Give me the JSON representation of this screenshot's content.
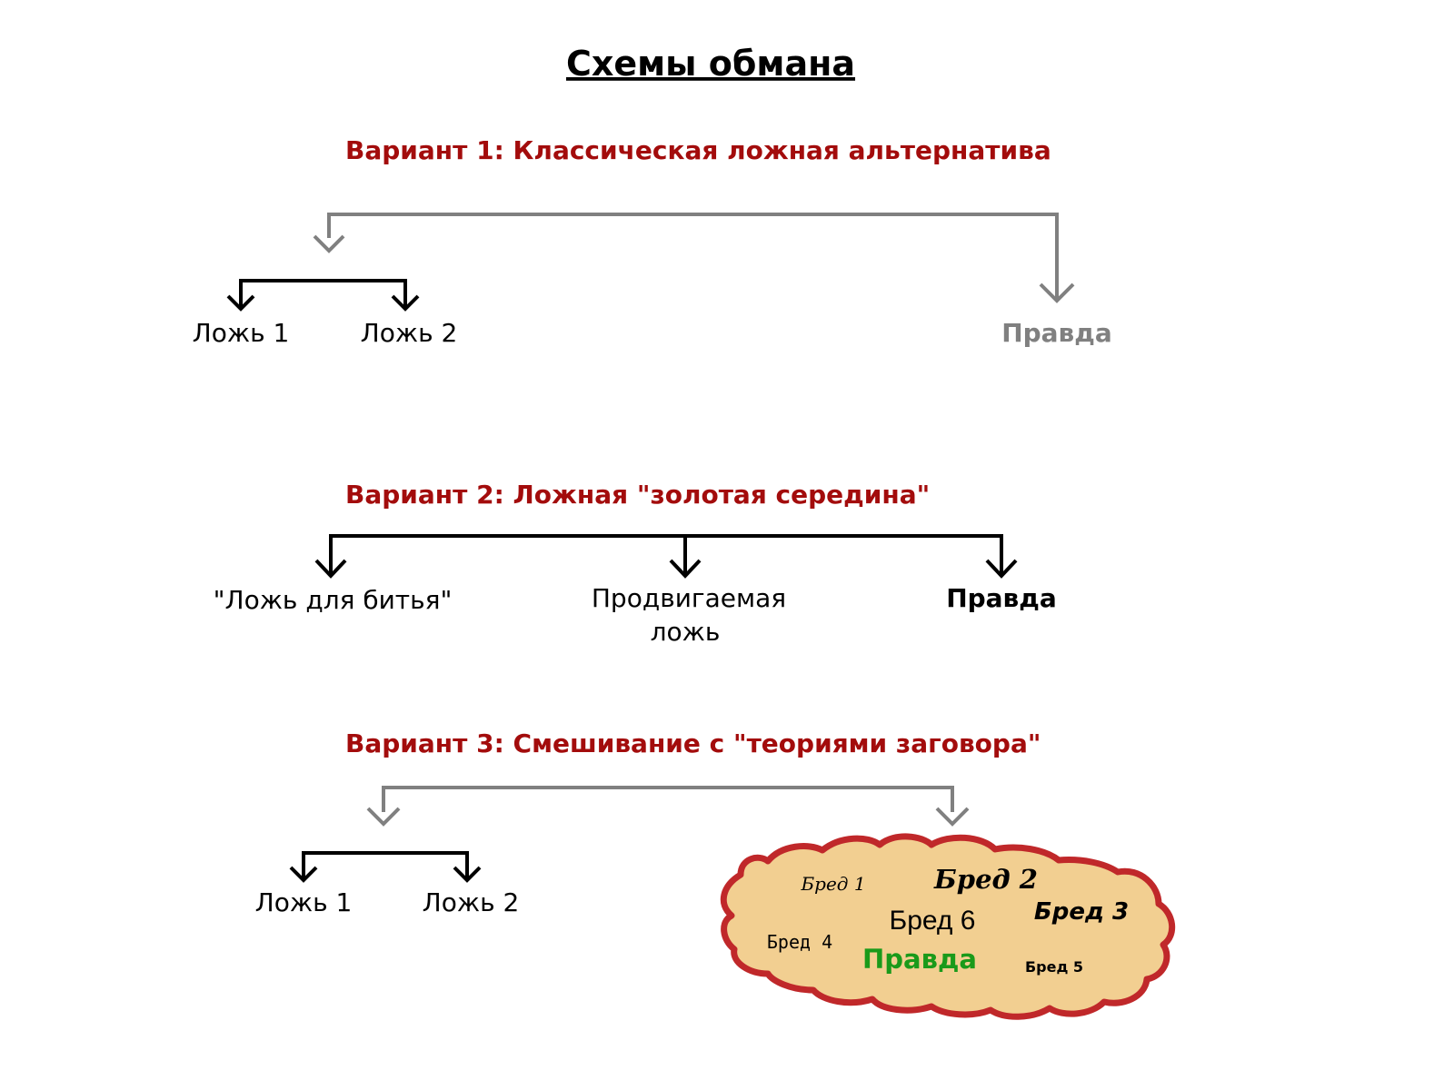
{
  "title": "Схемы обмана",
  "colors": {
    "heading": "#a30c0c",
    "text": "#000000",
    "gray": "#808080",
    "truth_green": "#1a9a1a",
    "cloud_fill": "#f2cf91",
    "cloud_border": "#c0282a"
  },
  "variant1": {
    "heading": "Вариант 1: Классическая ложная альтернатива",
    "lie1": "Ложь 1",
    "lie2": "Ложь 2",
    "truth": "Правда"
  },
  "variant2": {
    "heading": "Вариант 2: Ложная \"золотая середина\"",
    "lie_to_beat": "\"Ложь для битья\"",
    "promoted_lie_line1": "Продвигаемая",
    "promoted_lie_line2": "ложь",
    "truth": "Правда"
  },
  "variant3": {
    "heading": "Вариант 3: Смешивание с \"теориями заговора\"",
    "lie1": "Ложь 1",
    "lie2": "Ложь 2",
    "cloud": {
      "bred1": "Бред 1",
      "bred2": "Бред 2",
      "bred3": "Бред 3",
      "bred4": "Бред 4",
      "bred5": "Бред 5",
      "bred6": "Бред 6",
      "truth": "Правда"
    }
  }
}
